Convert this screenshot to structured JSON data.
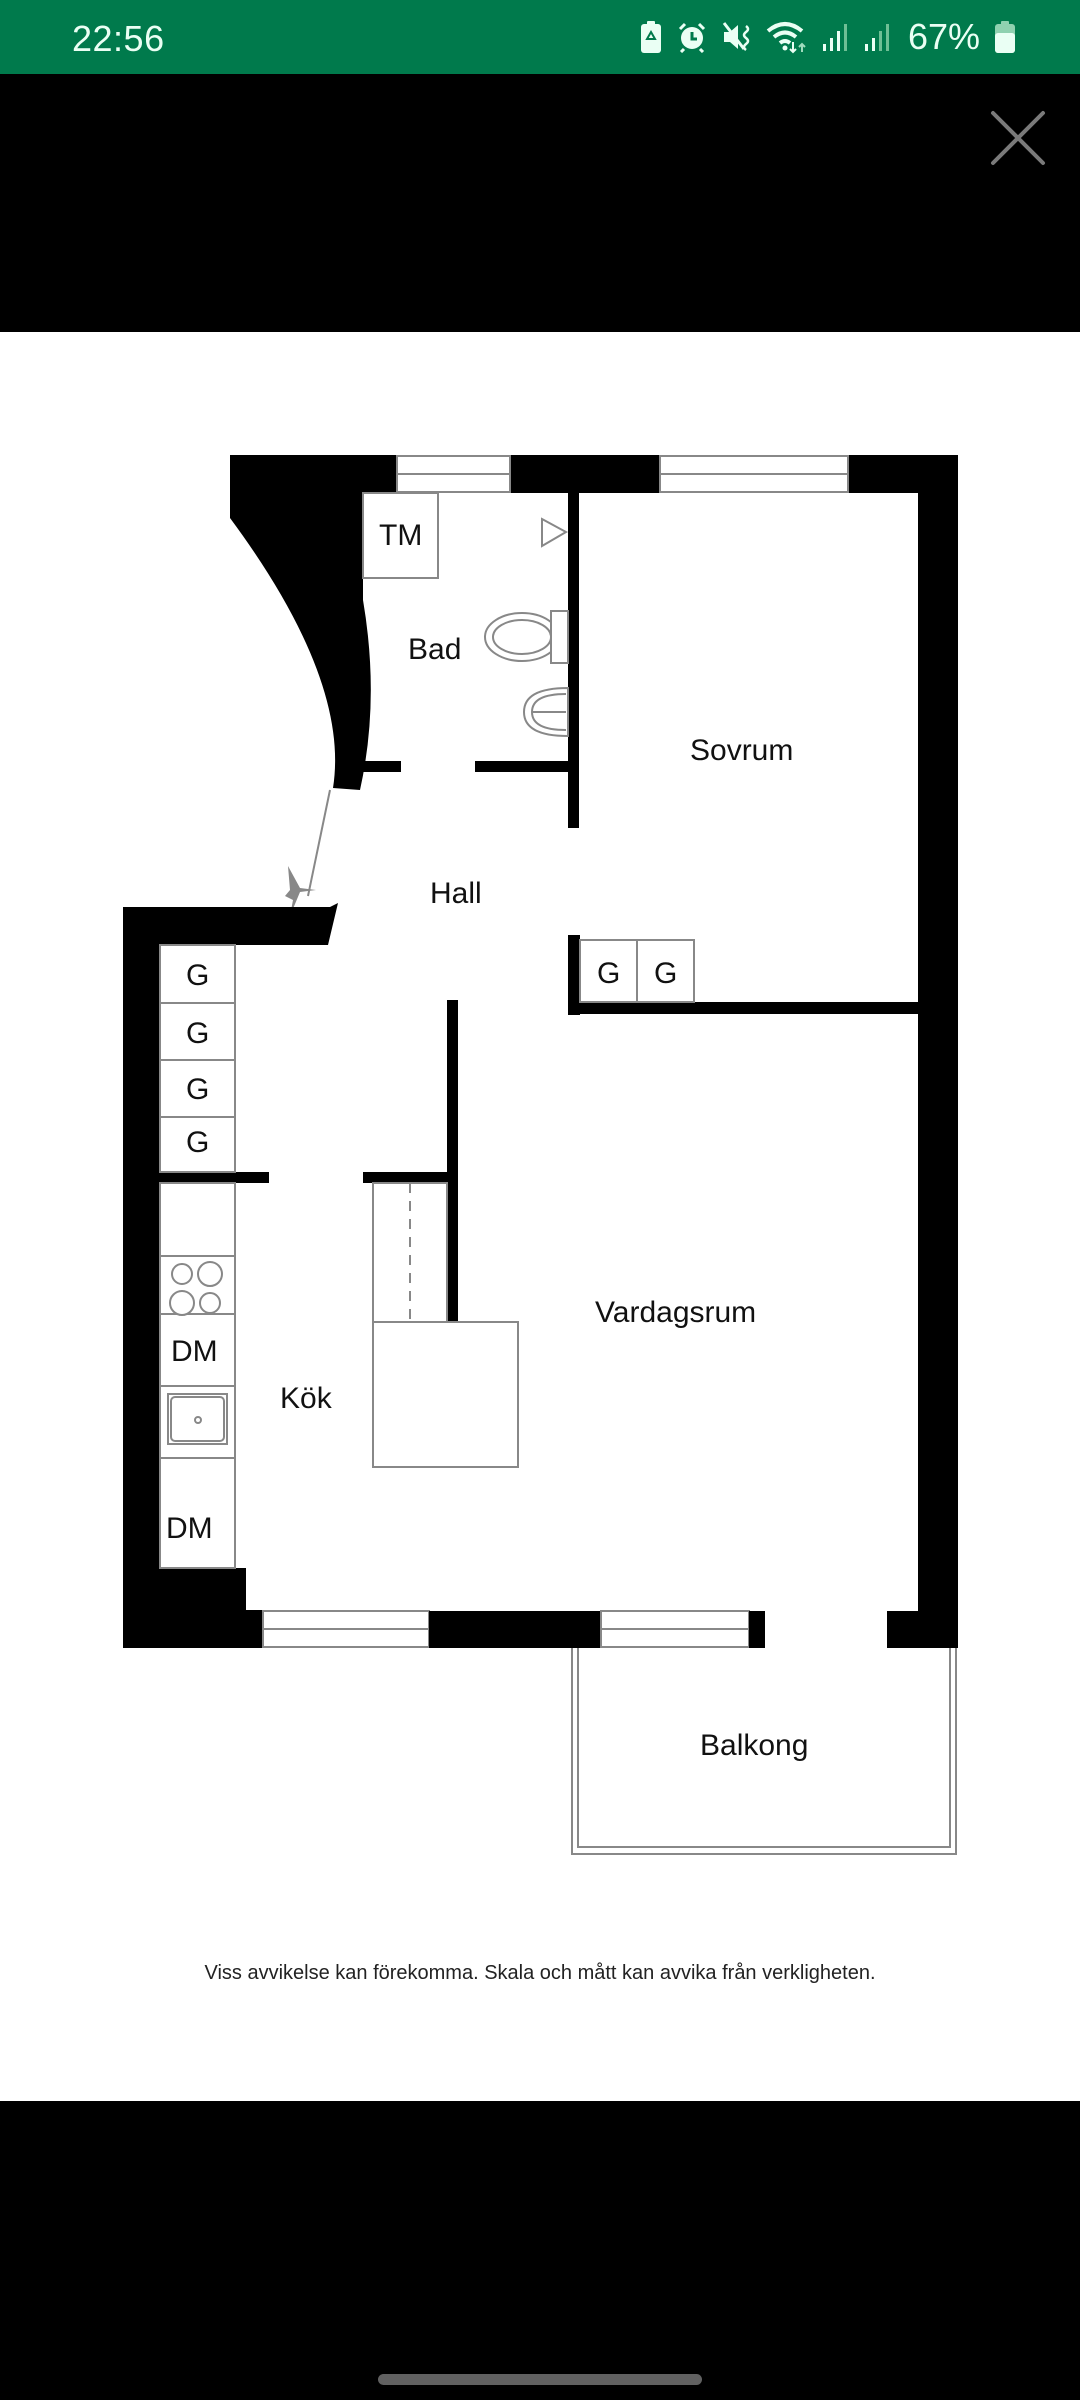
{
  "status_bar": {
    "time": "22:56",
    "battery_percent": "67%",
    "icons": [
      "battery-saver-icon",
      "alarm-icon",
      "mute-vibrate-icon",
      "wifi-icon",
      "signal-icon",
      "signal-icon",
      "battery-icon"
    ],
    "background_color": "#007a4c"
  },
  "viewer": {
    "close_icon": "close-icon",
    "background_color": "#000000"
  },
  "floor_plan": {
    "rooms": {
      "bad": "Bad",
      "sovrum": "Sovrum",
      "hall": "Hall",
      "kok": "Kök",
      "vardagsrum": "Vardagsrum",
      "balkong": "Balkong"
    },
    "fixtures": {
      "tm": "TM",
      "wardrobes_hall": [
        "G",
        "G"
      ],
      "wardrobes_kitchen": [
        "G",
        "G",
        "G",
        "G"
      ],
      "dm_top": "DM",
      "dm_bottom": "DM"
    },
    "disclaimer": "Viss avvikelse kan förekomma. Skala och mått kan avvika från verkligheten."
  }
}
